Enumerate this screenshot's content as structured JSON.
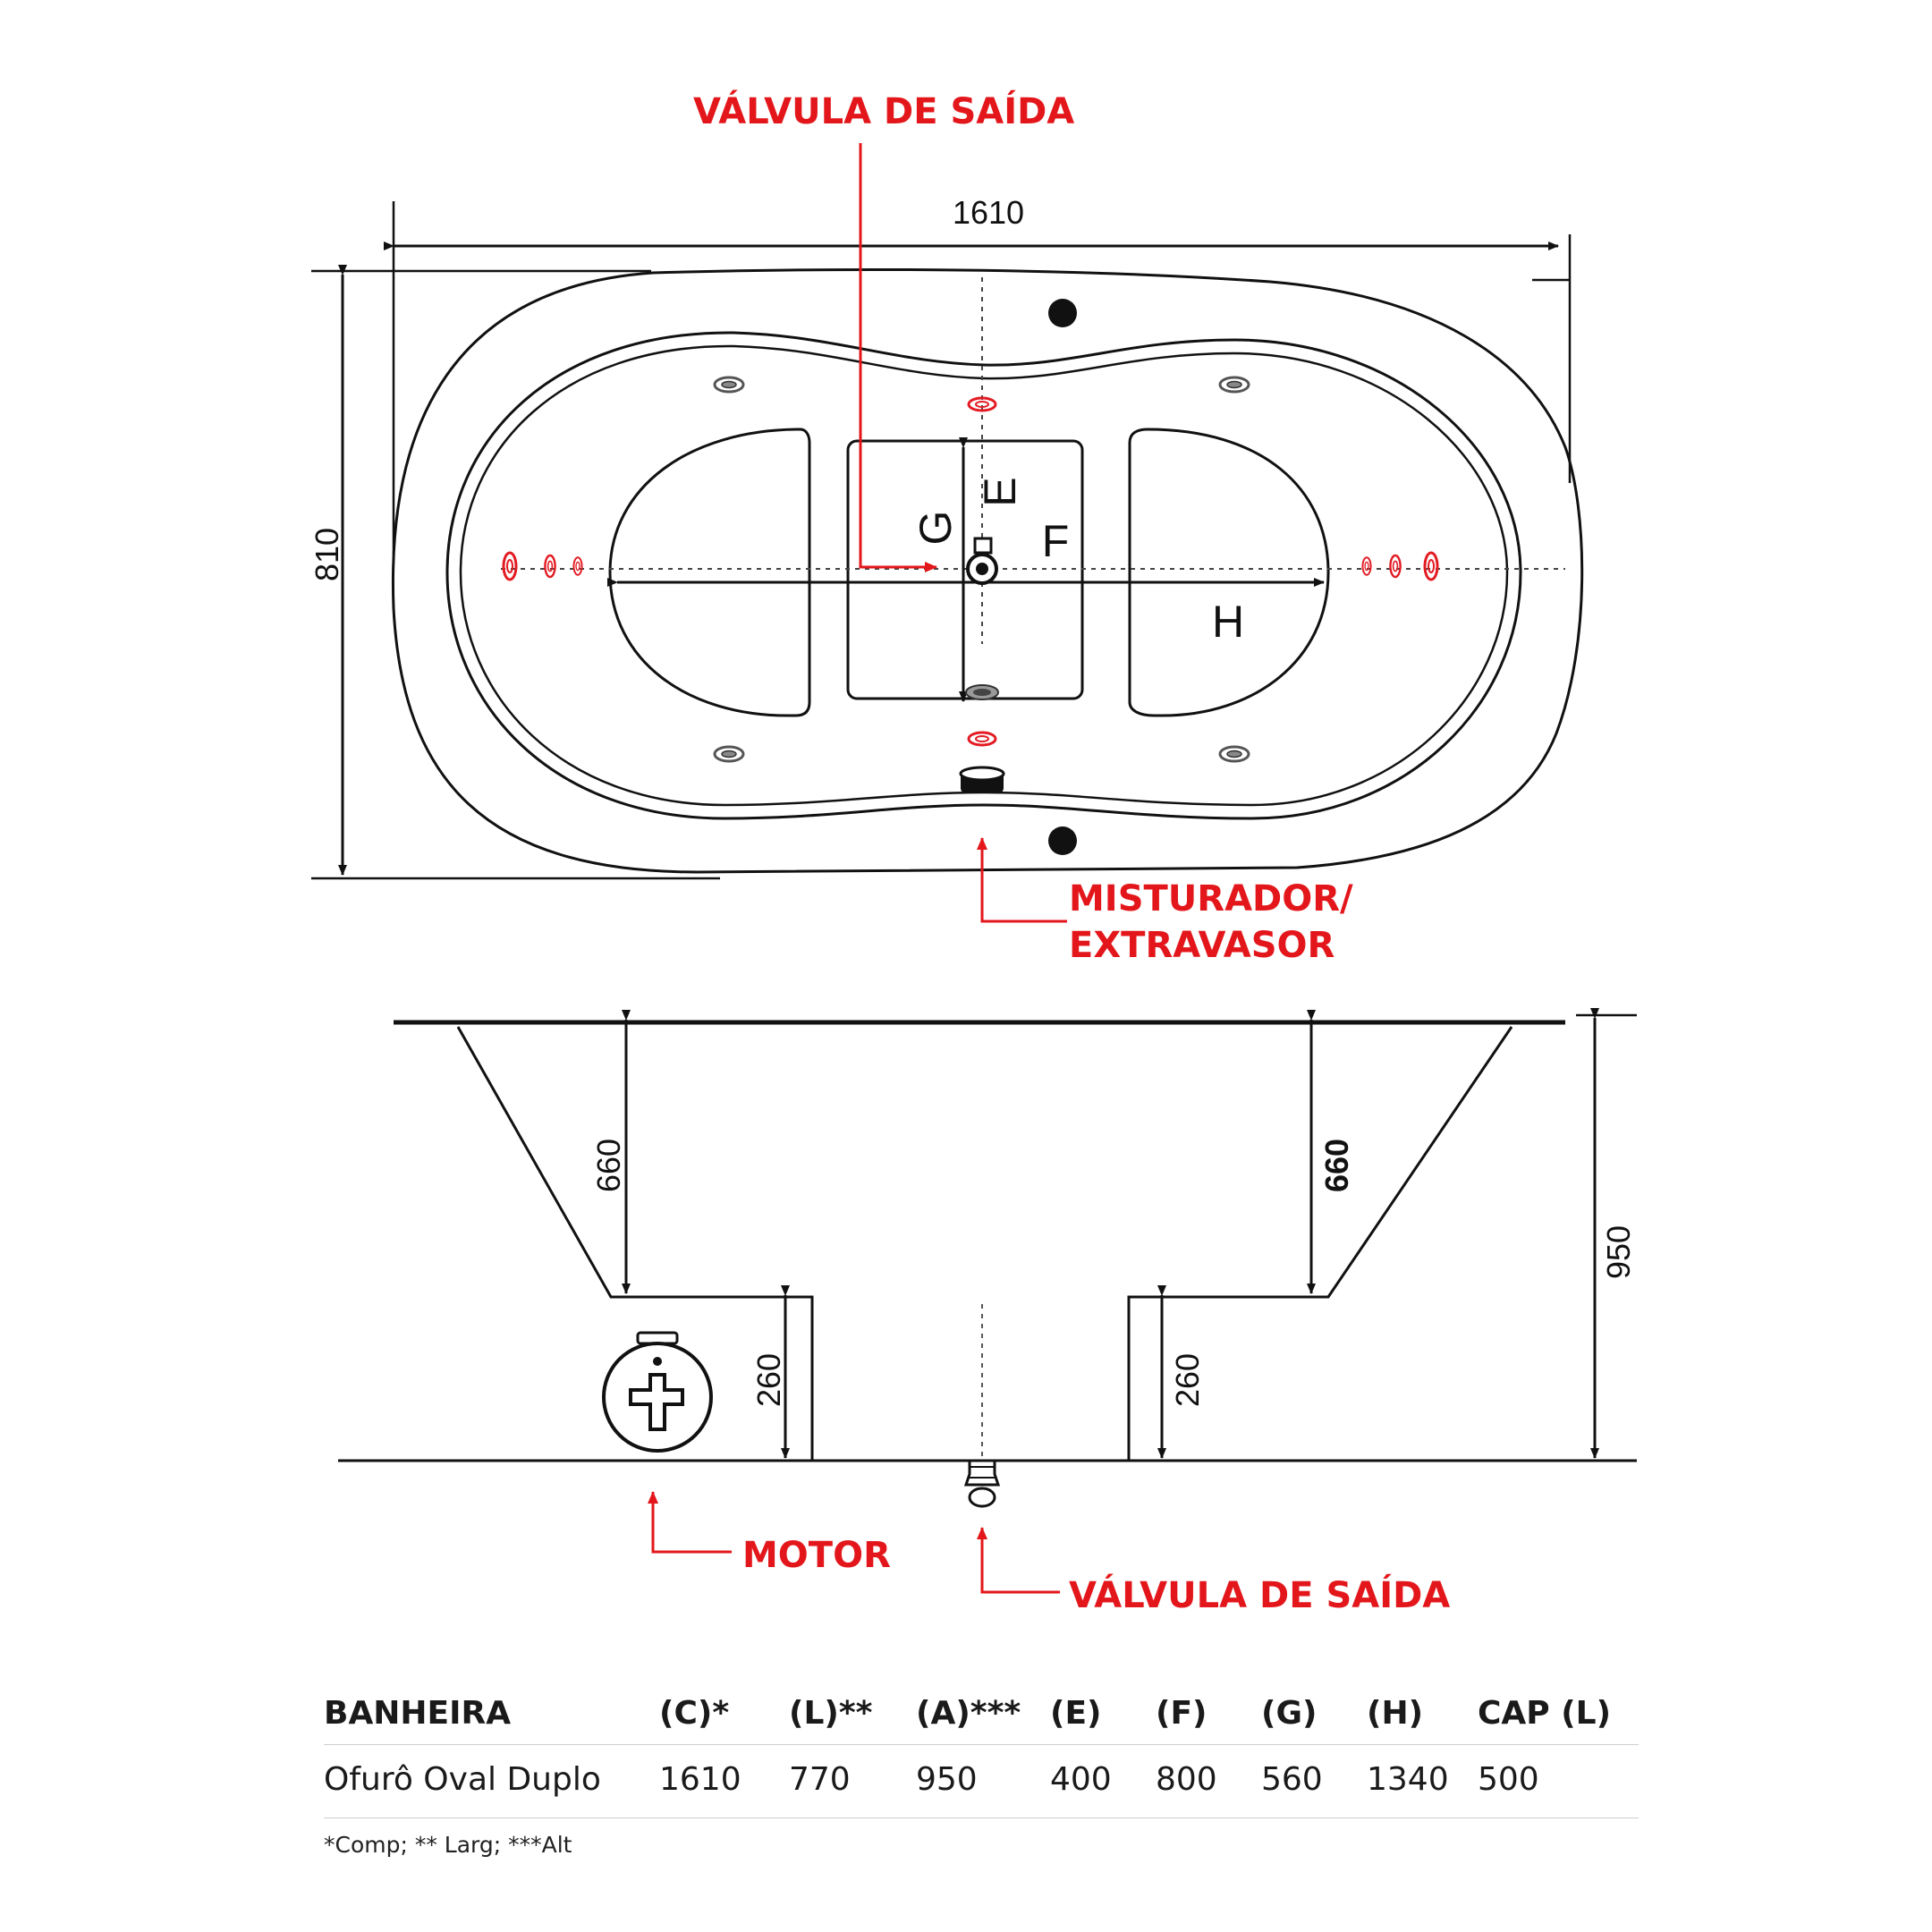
{
  "colors": {
    "line": "#111111",
    "callout": "#e3171b",
    "jet": "#e31b23"
  },
  "top_view": {
    "dim_length": "1610",
    "dim_width": "810",
    "letters": {
      "e": "E",
      "f": "F",
      "g": "G",
      "h": "H"
    }
  },
  "side_view": {
    "dim_depth_left": "660",
    "dim_depth_right": "660",
    "dim_height_total": "950",
    "dim_step_left": "260",
    "dim_step_right": "260"
  },
  "callouts": {
    "outlet_top": "VÁLVULA DE SAÍDA",
    "mixer_line1": "MISTURADOR/",
    "mixer_line2": "EXTRAVASOR",
    "motor": "MOTOR",
    "outlet_bottom": "VÁLVULA DE SAÍDA"
  },
  "icons": [
    "motor-icon",
    "drain-valve-icon",
    "jet-icon",
    "tap-icon"
  ],
  "table": {
    "headers": [
      "BANHEIRA",
      "(C)*",
      "(L)**",
      "(A)***",
      "(E)",
      "(F)",
      "(G)",
      "(H)",
      "CAP (L)"
    ],
    "row": [
      "Ofurô Oval Duplo",
      "1610",
      "770",
      "950",
      "400",
      "800",
      "560",
      "1340",
      "500"
    ]
  },
  "footnote": "*Comp; ** Larg; ***Alt"
}
